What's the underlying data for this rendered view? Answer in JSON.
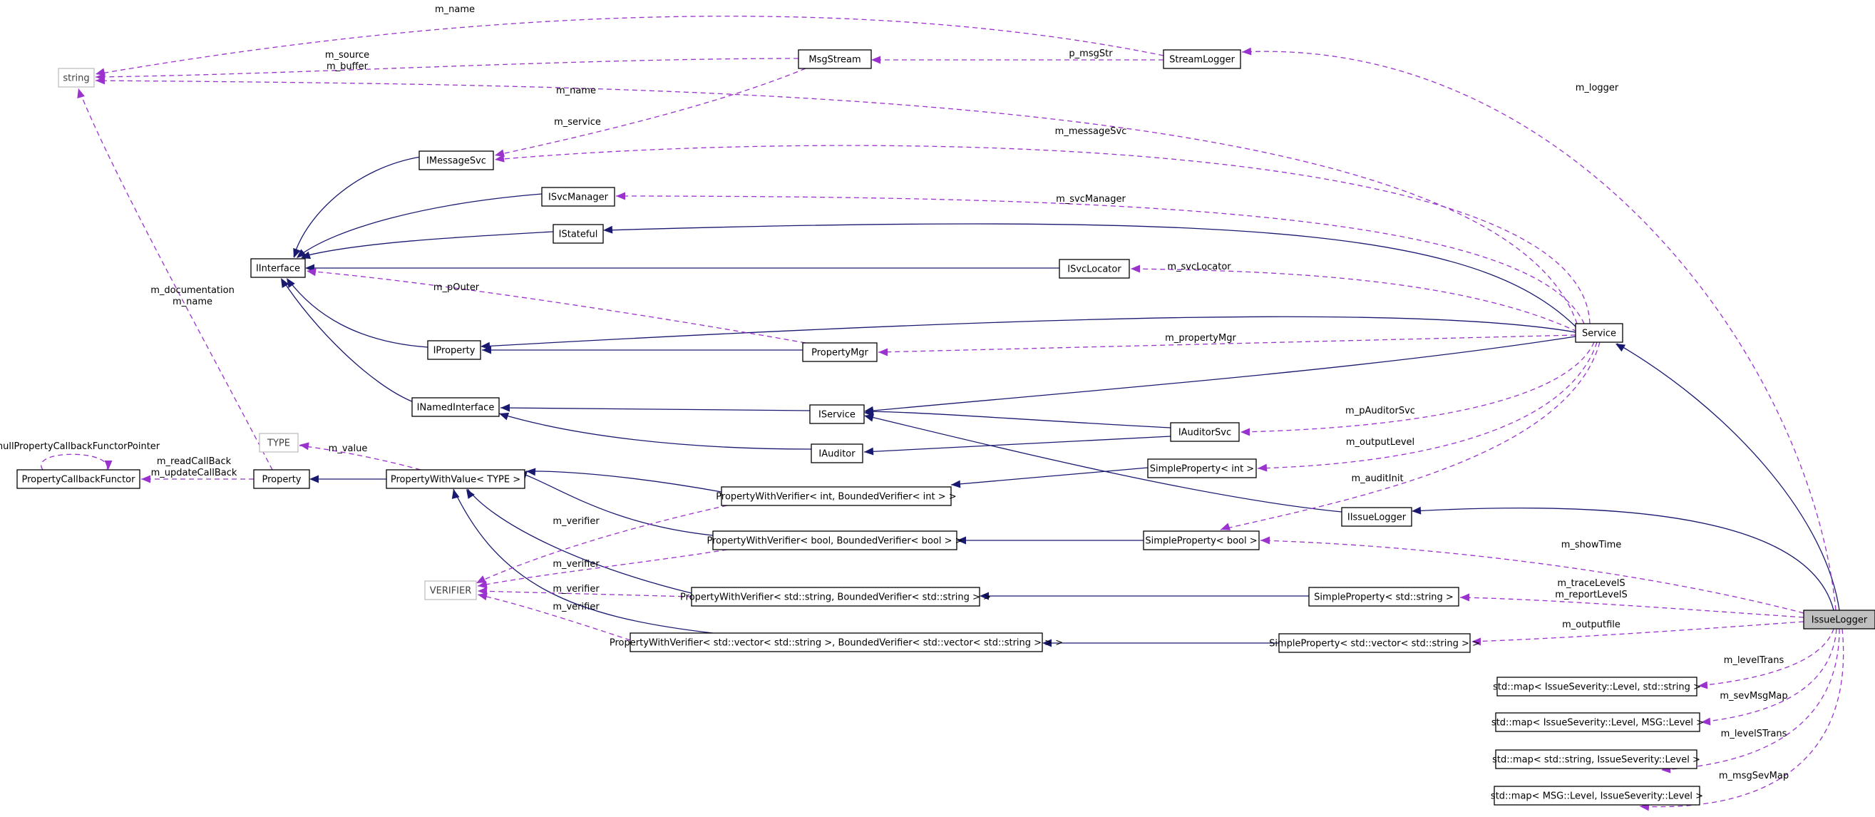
{
  "nodes": {
    "string": "string",
    "msgstream": "MsgStream",
    "streamlogger": "StreamLogger",
    "imessagesvc": "IMessageSvc",
    "isvcmanager": "ISvcManager",
    "istateful": "IStateful",
    "iinterface": "IInterface",
    "isvclocator": "ISvcLocator",
    "iproperty": "IProperty",
    "propertymgr": "PropertyMgr",
    "service": "Service",
    "inamedinterface": "INamedInterface",
    "iservice": "IService",
    "iauditorsvc": "IAuditorSvc",
    "iauditor": "IAuditor",
    "type": "TYPE",
    "propertycallbackfunctor": "PropertyCallbackFunctor",
    "property": "Property",
    "propertywithvalue": "PropertyWithValue< TYPE >",
    "simpleprop_int": "SimpleProperty< int >",
    "pwv_int": "PropertyWithVerifier< int, BoundedVerifier< int > >",
    "iissuelogger": "IIssueLogger",
    "pwv_bool": "PropertyWithVerifier< bool, BoundedVerifier< bool > >",
    "simpleprop_bool": "SimpleProperty< bool >",
    "verifier": "VERIFIER",
    "pwv_string": "PropertyWithVerifier< std::string, BoundedVerifier< std::string > >",
    "simpleprop_string": "SimpleProperty< std::string >",
    "issuelogger": "IssueLogger",
    "pwv_vector": "PropertyWithVerifier< std::vector< std::string >, BoundedVerifier< std::vector< std::string > > >",
    "simpleprop_vector": "SimpleProperty< std::vector< std::string > >",
    "map_level_string": "std::map< IssueSeverity::Level, std::string >",
    "map_level_msglevel": "std::map< IssueSeverity::Level, MSG::Level >",
    "map_string_level": "std::map< std::string, IssueSeverity::Level >",
    "map_msglevel_level": "std::map< MSG::Level, IssueSeverity::Level >"
  },
  "edge_labels": {
    "m_name_top": "m_name",
    "m_source_buffer_1": "m_source",
    "m_source_buffer_2": "m_buffer",
    "p_msgStr": "p_msgStr",
    "m_logger": "m_logger",
    "m_name_service": "m_name",
    "m_service": "m_service",
    "m_messageSvc": "m_messageSvc",
    "m_svcManager": "m_svcManager",
    "m_svcLocator": "m_svcLocator",
    "m_pOuter": "m_pOuter",
    "m_documentation": "m_documentation",
    "m_name_property": "m_name",
    "m_propertyMgr": "m_propertyMgr",
    "m_pAuditorSvc": "m_pAuditorSvc",
    "m_outputLevel": "m_outputLevel",
    "m_auditInit": "m_auditInit",
    "nullPropertyCallbackFunctorPointer": "nullPropertyCallbackFunctorPointer",
    "m_readCallBack": "m_readCallBack",
    "m_updateCallBack": "m_updateCallBack",
    "m_value": "m_value",
    "m_showTime": "m_showTime",
    "m_verifier_1": "m_verifier",
    "m_verifier_2": "m_verifier",
    "m_verifier_3": "m_verifier",
    "m_verifier_4": "m_verifier",
    "m_traceLevelS": "m_traceLevelS",
    "m_reportLevelS": "m_reportLevelS",
    "m_outputfile": "m_outputfile",
    "m_levelTrans": "m_levelTrans",
    "m_sevMsgMap": "m_sevMsgMap",
    "m_levelSTrans": "m_levelSTrans",
    "m_msgSevMap": "m_msgSevMap"
  },
  "colors": {
    "inheritance": "#191970",
    "usage": "#9a32cd",
    "highlight_fill": "#bfbfbf",
    "template_border": "#bfbfbf"
  }
}
